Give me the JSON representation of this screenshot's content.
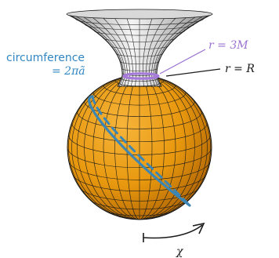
{
  "labels": {
    "circumference": "circumference",
    "circumference_eq": "= 2πã",
    "photon_sphere": "r = 3M",
    "surface": "r = R",
    "angle": "χ"
  },
  "colors": {
    "sphere_fill": "#e8980e",
    "sphere_dark": "#a85e02",
    "funnel_fill": "#e9e9e9",
    "photon_ring": "#a57ad9",
    "photon_label": "#9a72d1",
    "great_circle": "#3c86b5",
    "circumference_label": "#2f86c2",
    "grid_line": "#1a1a1a",
    "text": "#1a1a1a"
  }
}
